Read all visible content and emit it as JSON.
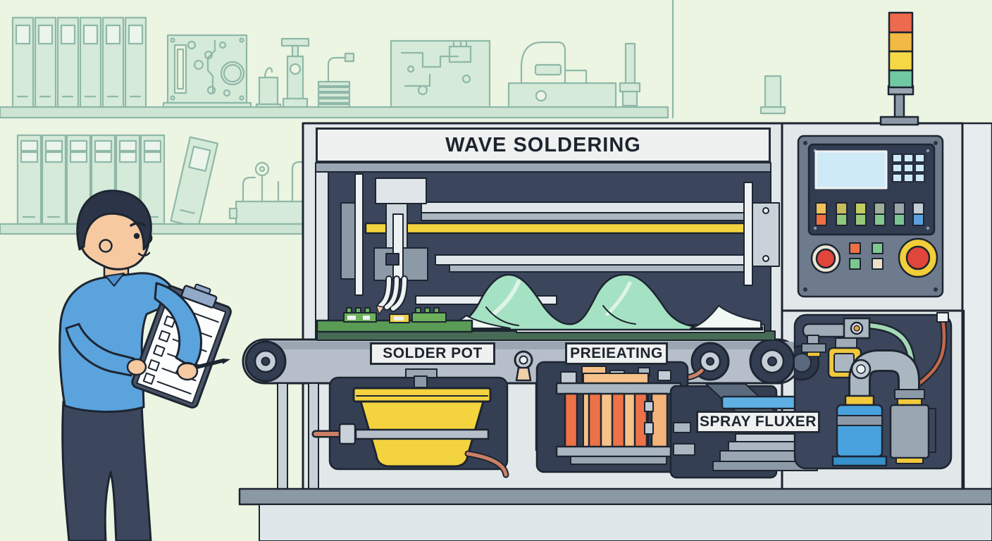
{
  "machine": {
    "title": "WAVE SOLDERING",
    "stations": [
      {
        "id": "solder-pot",
        "label": "SOLDER POT"
      },
      {
        "id": "preheating",
        "label": "PREIEATING"
      },
      {
        "id": "spray-fluxer",
        "label": "SPRAY FLUXER"
      }
    ]
  },
  "signal_tower": {
    "lights": [
      {
        "name": "red",
        "color": "#ec6a4e"
      },
      {
        "name": "amber",
        "color": "#f2b944"
      },
      {
        "name": "yellow",
        "color": "#f6d847"
      },
      {
        "name": "green",
        "color": "#70c9a2"
      }
    ]
  },
  "control_panel": {
    "screen_color": "#cfeaf7",
    "keypad_keys": 9,
    "indicator_buttons": 6,
    "reset_button_color": "#e0463a",
    "emergency_stop_color": "#e0463a",
    "emergency_ring_color": "#f2cf3a"
  },
  "inspector": {
    "checklist_rows": 6,
    "checked_rows": 1,
    "unchecked_rows": 5,
    "shirt_color": "#5aa3dd"
  },
  "palette": {
    "background": "#ecf5e2",
    "shelf_outline": "#8fb8a8",
    "machine_body": "#e2e8e9",
    "cavity_navy": "#3b465c",
    "accent_yellow": "#f4d43e",
    "wave_mint": "#a5e2c3",
    "heater_orange": "#ed7248",
    "pcb_green": "#5a9c55",
    "tank_blue": "#49a2de",
    "outline": "#1d2531"
  }
}
